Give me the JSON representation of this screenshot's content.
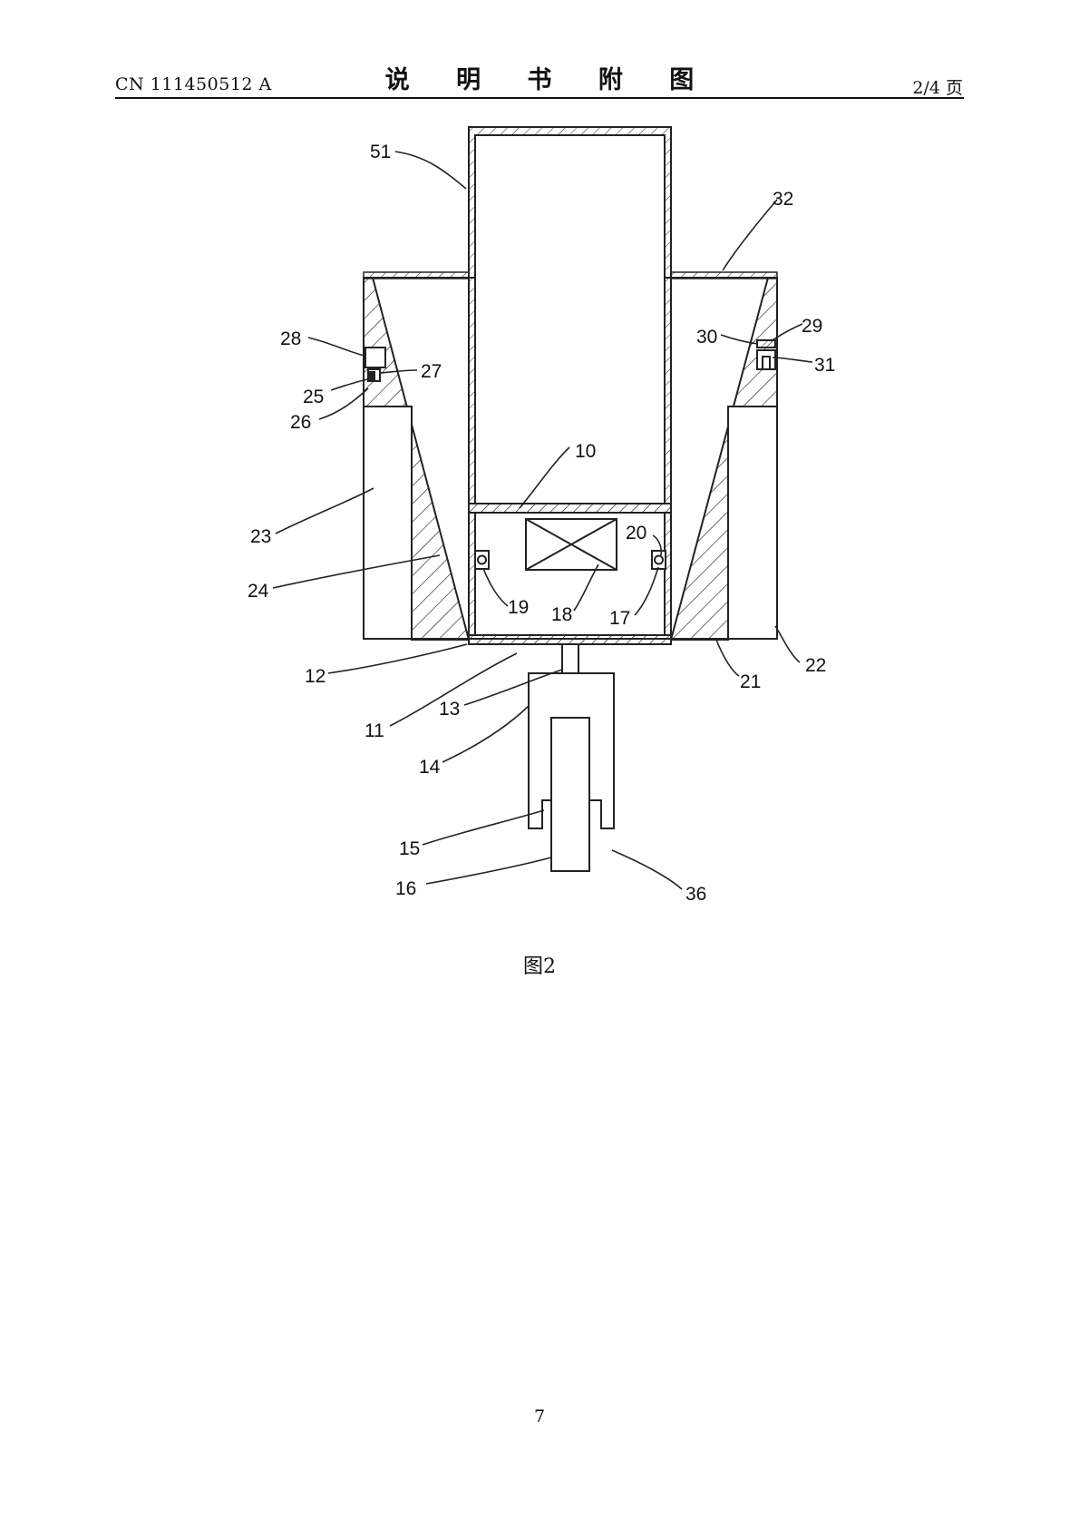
{
  "header": {
    "publication_number": "CN 111450512 A",
    "title": "说 明 书 附 图",
    "page_of": "2/4 页"
  },
  "figure": {
    "caption": "图2",
    "labels": {
      "l51": "51",
      "l32": "32",
      "l28": "28",
      "l27": "27",
      "l25": "25",
      "l26": "26",
      "l30": "30",
      "l29": "29",
      "l31": "31",
      "l10": "10",
      "l20": "20",
      "l23": "23",
      "l24": "24",
      "l19": "19",
      "l18": "18",
      "l17": "17",
      "l22": "22",
      "l12": "12",
      "l21": "21",
      "l13": "13",
      "l11": "11",
      "l14": "14",
      "l15": "15",
      "l16": "16",
      "l36": "36"
    }
  },
  "footer": {
    "page_number": "7"
  }
}
